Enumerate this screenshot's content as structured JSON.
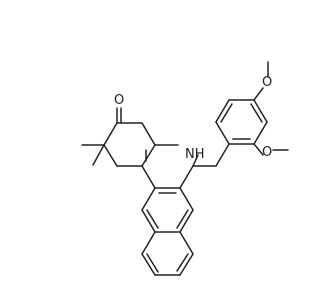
{
  "structure": {
    "atom_labels": {
      "carbonyl_oxygen": "O",
      "amine_nitrogen_hydrogen": "NH",
      "methoxy_oxygen_upper": "O",
      "methoxy_oxygen_lower": "O"
    },
    "colors": {
      "bond": "#222222",
      "background": "#ffffff"
    }
  }
}
